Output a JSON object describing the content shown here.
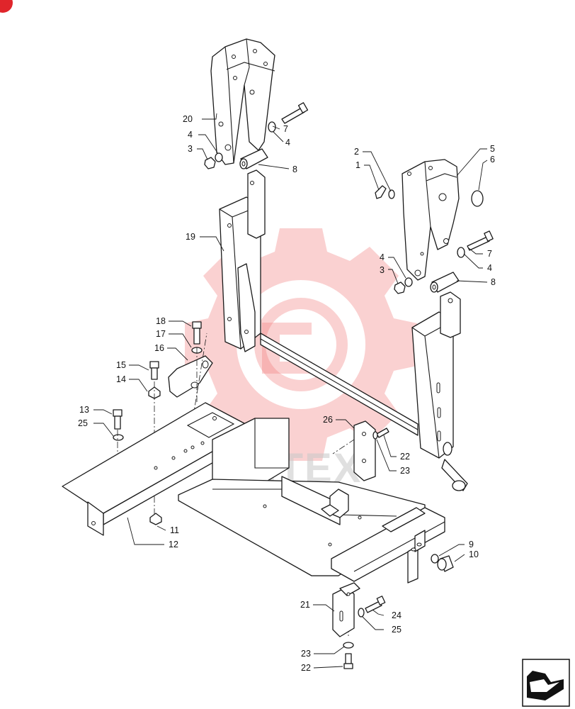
{
  "watermark_text": "ИНТЕХ",
  "brand_color": "#e0252b",
  "watermark_color": "#f07a7a",
  "callouts": [
    {
      "id": "c20",
      "text": "20"
    },
    {
      "id": "c4a",
      "text": "4"
    },
    {
      "id": "c3a",
      "text": "3"
    },
    {
      "id": "c7a",
      "text": "7"
    },
    {
      "id": "c4b",
      "text": "4"
    },
    {
      "id": "c8a",
      "text": "8"
    },
    {
      "id": "c2",
      "text": "2"
    },
    {
      "id": "c1",
      "text": "1"
    },
    {
      "id": "c5",
      "text": "5"
    },
    {
      "id": "c6",
      "text": "6"
    },
    {
      "id": "c19",
      "text": "19"
    },
    {
      "id": "c4c",
      "text": "4"
    },
    {
      "id": "c3b",
      "text": "3"
    },
    {
      "id": "c7b",
      "text": "7"
    },
    {
      "id": "c4d",
      "text": "4"
    },
    {
      "id": "c8b",
      "text": "8"
    },
    {
      "id": "c18",
      "text": "18"
    },
    {
      "id": "c17",
      "text": "17"
    },
    {
      "id": "c16",
      "text": "16"
    },
    {
      "id": "c15",
      "text": "15"
    },
    {
      "id": "c14",
      "text": "14"
    },
    {
      "id": "c13",
      "text": "13"
    },
    {
      "id": "c25a",
      "text": "25"
    },
    {
      "id": "c26",
      "text": "26"
    },
    {
      "id": "c22a",
      "text": "22"
    },
    {
      "id": "c23a",
      "text": "23"
    },
    {
      "id": "c11",
      "text": "11"
    },
    {
      "id": "c12",
      "text": "12"
    },
    {
      "id": "c9",
      "text": "9"
    },
    {
      "id": "c10",
      "text": "10"
    },
    {
      "id": "c21",
      "text": "21"
    },
    {
      "id": "c24",
      "text": "24"
    },
    {
      "id": "c25b",
      "text": "25"
    },
    {
      "id": "c23b",
      "text": "23"
    },
    {
      "id": "c22b",
      "text": "22"
    }
  ],
  "icons": {
    "corner_badge": "brand-badge-icon",
    "navigation": "next-page-arrow-icon"
  }
}
